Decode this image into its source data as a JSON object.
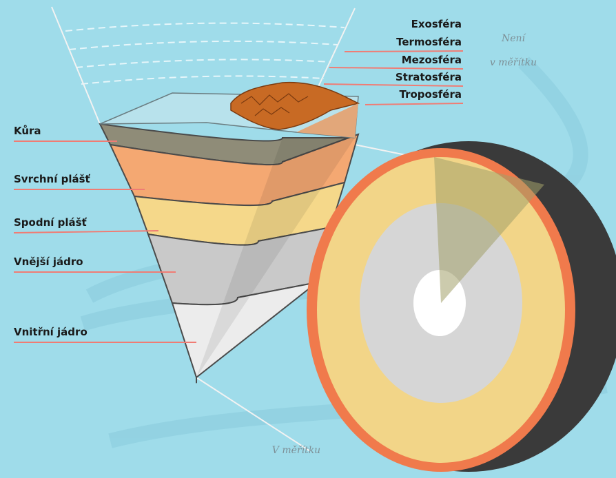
{
  "atmosphere_layers": [
    {
      "name": "Exosféra"
    },
    {
      "name": "Termosféra"
    },
    {
      "name": "Mezosféra"
    },
    {
      "name": "Stratosféra"
    },
    {
      "name": "Troposféra"
    }
  ],
  "earth_layers": [
    {
      "name": "Kůra",
      "color": "#8f8c78"
    },
    {
      "name": "Svrchní plášť",
      "color": "#f4a872"
    },
    {
      "name": "Spodní plášť",
      "color": "#f5d88a"
    },
    {
      "name": "Vnější jádro",
      "color": "#c9c9c9"
    },
    {
      "name": "Vnitřní jádro",
      "color": "#ececec"
    }
  ],
  "notes": {
    "not_to_scale_line1": "Není",
    "not_to_scale_line2": "v měřítku",
    "to_scale": "V měřítku"
  },
  "colors": {
    "background": "#9fdcea",
    "leader_line": "#f07c74",
    "continent": "#c86a24",
    "sphere_rim": "#f07a4c"
  }
}
